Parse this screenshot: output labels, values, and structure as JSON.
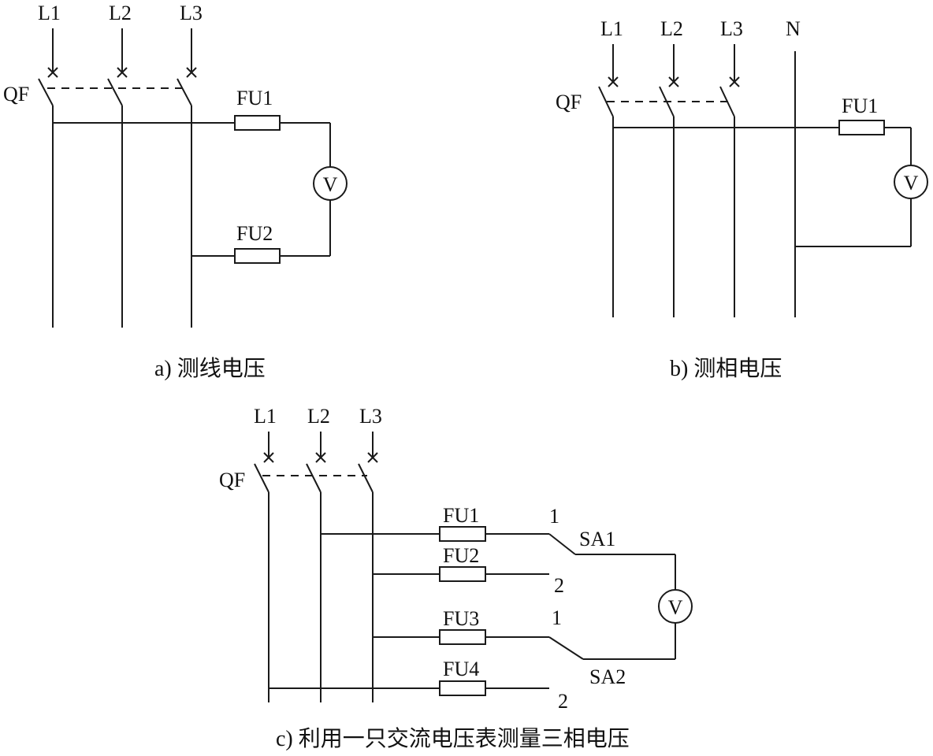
{
  "colors": {
    "ink": "#1a1a1a",
    "background": "#ffffff"
  },
  "diagram_a": {
    "phases": [
      "L1",
      "L2",
      "L3"
    ],
    "breaker": "QF",
    "fuses": [
      "FU1",
      "FU2"
    ],
    "meter": "V",
    "caption": "a) 测线电压"
  },
  "diagram_b": {
    "phases": [
      "L1",
      "L2",
      "L3"
    ],
    "neutral": "N",
    "breaker": "QF",
    "fuses": [
      "FU1"
    ],
    "meter": "V",
    "caption": "b) 测相电压"
  },
  "diagram_c": {
    "phases": [
      "L1",
      "L2",
      "L3"
    ],
    "breaker": "QF",
    "fuses": [
      "FU1",
      "FU2",
      "FU3",
      "FU4"
    ],
    "switches": [
      "SA1",
      "SA2"
    ],
    "switch_positions": {
      "sa1_top": "1",
      "sa1_bottom": "2",
      "sa2_top": "1",
      "sa2_bottom": "2"
    },
    "meter": "V",
    "caption": "c) 利用一只交流电压表测量三相电压"
  }
}
